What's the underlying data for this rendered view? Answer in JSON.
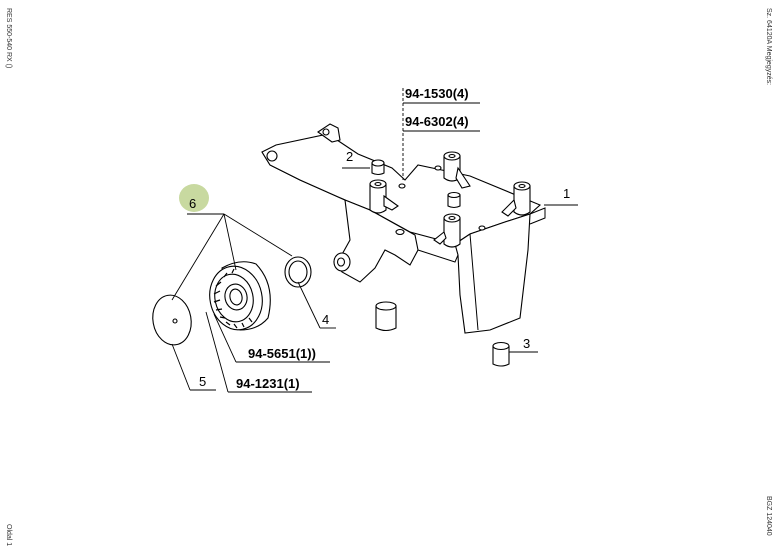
{
  "margin": {
    "left_top": "RES 550-540 RX ()",
    "left_bottom": "Oldal 1",
    "right_top": "Sz. 64120A   Megjegyzés:",
    "right_bottom": "BGZ 124040"
  },
  "callouts": {
    "item1": "1",
    "item2": "2",
    "item3": "3",
    "item4": "4",
    "item5": "5",
    "item6": "6"
  },
  "references": {
    "ref_94_1530": "94-1530(4)",
    "ref_94_6302": "94-6302(4)",
    "ref_94_5651": "94-5651(1))",
    "ref_94_1231": "94-1231(1)"
  },
  "colors": {
    "highlight": "#c8d9a0",
    "line": "#000000"
  }
}
